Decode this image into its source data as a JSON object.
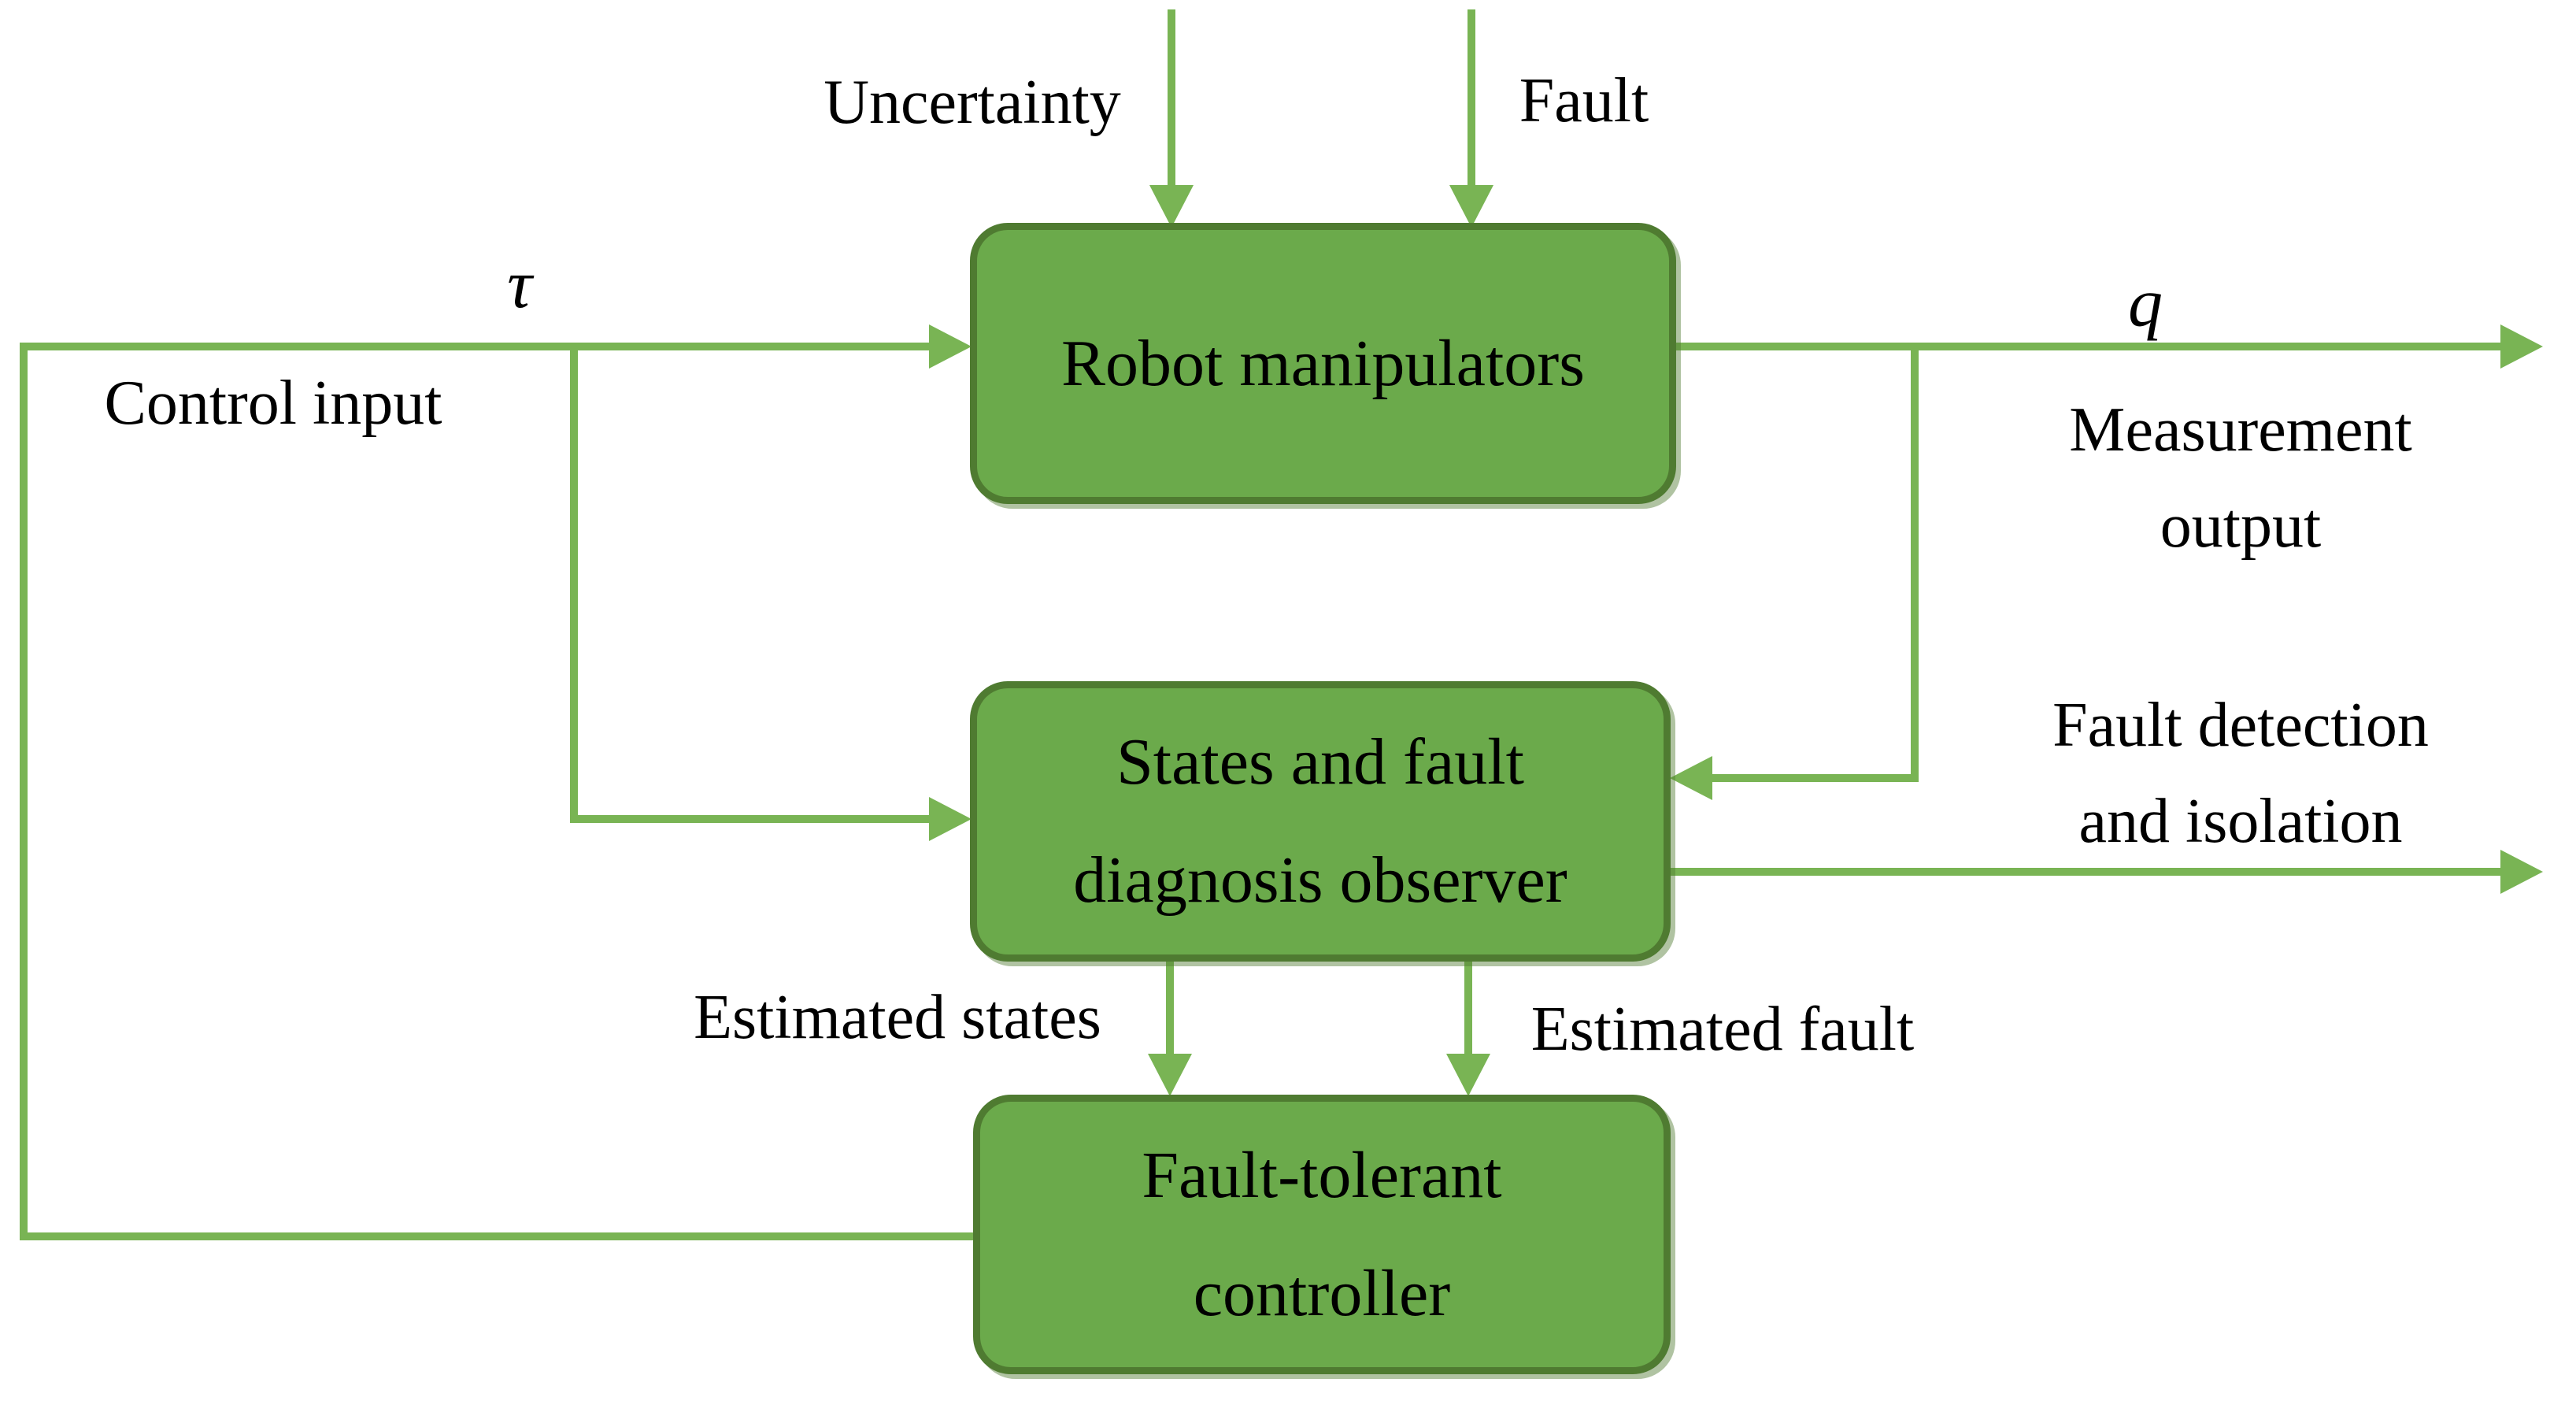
{
  "diagram": {
    "boxes": {
      "robot": {
        "label": "Robot manipulators"
      },
      "observer": {
        "line1": "States and fault",
        "line2": "diagnosis observer"
      },
      "controller": {
        "line1": "Fault-tolerant",
        "line2": "controller"
      }
    },
    "labels": {
      "uncertainty": "Uncertainty",
      "fault": "Fault",
      "tau": "τ",
      "q": "q",
      "control_input": "Control input",
      "measurement_line1": "Measurement",
      "measurement_line2": "output",
      "fdi_line1": "Fault detection",
      "fdi_line2": "and isolation",
      "estimated_states": "Estimated states",
      "estimated_fault": "Estimated fault"
    },
    "connections": [
      {
        "from": "external",
        "to": "Robot manipulators",
        "label": "Uncertainty"
      },
      {
        "from": "external",
        "to": "Robot manipulators",
        "label": "Fault"
      },
      {
        "from": "Fault-tolerant controller",
        "to": "Robot manipulators",
        "label": "Control input τ"
      },
      {
        "from": "Fault-tolerant controller",
        "to": "States and fault diagnosis observer",
        "label": "Control input τ"
      },
      {
        "from": "Robot manipulators",
        "to": "external",
        "label": "Measurement output q"
      },
      {
        "from": "Robot manipulators",
        "to": "States and fault diagnosis observer",
        "label": "Measurement output q"
      },
      {
        "from": "States and fault diagnosis observer",
        "to": "external",
        "label": "Fault detection and isolation"
      },
      {
        "from": "States and fault diagnosis observer",
        "to": "Fault-tolerant controller",
        "label": "Estimated states"
      },
      {
        "from": "States and fault diagnosis observer",
        "to": "Fault-tolerant controller",
        "label": "Estimated fault"
      }
    ]
  },
  "colors": {
    "background": "#FFFFFF",
    "box_fill": "#6BAA4B",
    "box_border": "#4F7B31",
    "line": "#79B454",
    "text": "#000000"
  }
}
